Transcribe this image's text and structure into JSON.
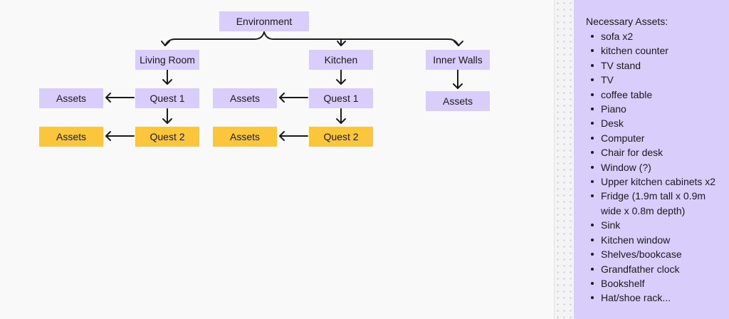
{
  "diagram": {
    "root": "Environment",
    "branches": [
      {
        "label": "Living Room",
        "quests": [
          "Quest 1",
          "Quest 2"
        ],
        "assets": [
          "Assets",
          "Assets"
        ]
      },
      {
        "label": "Kitchen",
        "quests": [
          "Quest 1",
          "Quest 2"
        ],
        "assets": [
          "Assets",
          "Assets"
        ]
      },
      {
        "label": "Inner Walls",
        "assets": [
          "Assets"
        ]
      }
    ],
    "colors": {
      "primary_node": "#d9cdfb",
      "secondary_node": "#fbc63c",
      "connector": "#1a1a1a"
    }
  },
  "notes": {
    "title": "Necessary Assets:",
    "items": [
      "sofa x2",
      "kitchen counter",
      "TV stand",
      "TV",
      "coffee table",
      "Piano",
      "Desk",
      "Computer",
      "Chair for desk",
      "Window (?)",
      "Upper kitchen cabinets x2",
      "Fridge (1.9m tall x 0.9m",
      "wide x 0.8m depth)",
      "Sink",
      "Kitchen window",
      "Shelves/bookcase",
      "Grandfather clock",
      "Bookshelf",
      "Hat/shoe rack..."
    ]
  }
}
